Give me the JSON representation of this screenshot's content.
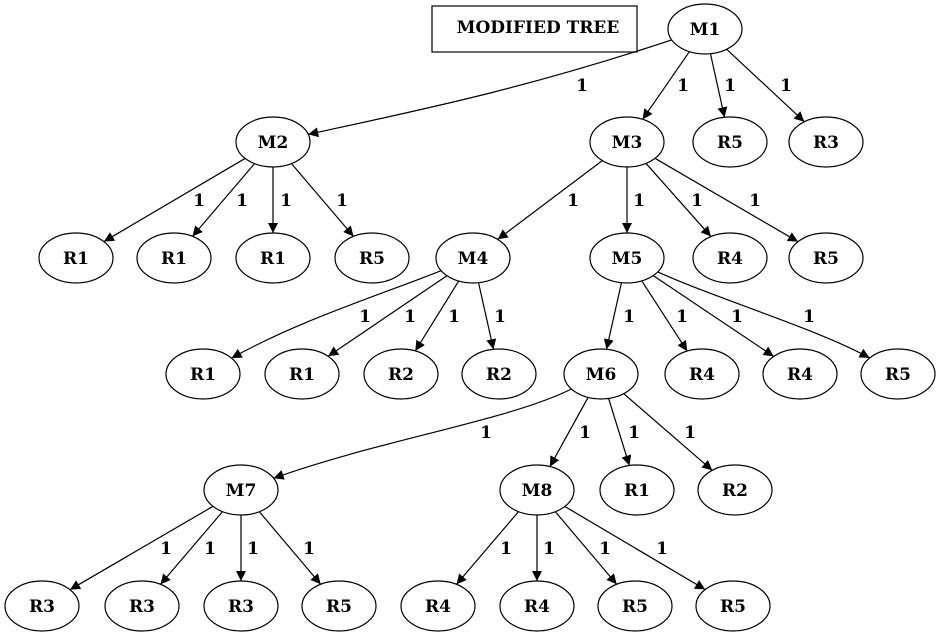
{
  "title": "MODIFIED TREE",
  "nodes": [
    {
      "id": "M1",
      "label": "M1"
    },
    {
      "id": "M2",
      "label": "M2"
    },
    {
      "id": "M3",
      "label": "M3"
    },
    {
      "id": "M1_R5",
      "label": "R5"
    },
    {
      "id": "M1_R3",
      "label": "R3"
    },
    {
      "id": "M2_R1a",
      "label": "R1"
    },
    {
      "id": "M2_R1b",
      "label": "R1"
    },
    {
      "id": "M2_R1c",
      "label": "R1"
    },
    {
      "id": "M2_R5",
      "label": "R5"
    },
    {
      "id": "M4",
      "label": "M4"
    },
    {
      "id": "M5",
      "label": "M5"
    },
    {
      "id": "M3_R4",
      "label": "R4"
    },
    {
      "id": "M3_R5",
      "label": "R5"
    },
    {
      "id": "M4_R1a",
      "label": "R1"
    },
    {
      "id": "M4_R1b",
      "label": "R1"
    },
    {
      "id": "M4_R2a",
      "label": "R2"
    },
    {
      "id": "M4_R2b",
      "label": "R2"
    },
    {
      "id": "M6",
      "label": "M6"
    },
    {
      "id": "M5_R4a",
      "label": "R4"
    },
    {
      "id": "M5_R4b",
      "label": "R4"
    },
    {
      "id": "M5_R5",
      "label": "R5"
    },
    {
      "id": "M7",
      "label": "M7"
    },
    {
      "id": "M8",
      "label": "M8"
    },
    {
      "id": "M6_R1",
      "label": "R1"
    },
    {
      "id": "M6_R2",
      "label": "R2"
    },
    {
      "id": "M7_R3a",
      "label": "R3"
    },
    {
      "id": "M7_R3b",
      "label": "R3"
    },
    {
      "id": "M7_R3c",
      "label": "R3"
    },
    {
      "id": "M7_R5",
      "label": "R5"
    },
    {
      "id": "M8_R4a",
      "label": "R4"
    },
    {
      "id": "M8_R4b",
      "label": "R4"
    },
    {
      "id": "M8_R5a",
      "label": "R5"
    },
    {
      "id": "M8_R5b",
      "label": "R5"
    }
  ],
  "edges": [
    {
      "from": "M1",
      "to": "M2",
      "label": "1"
    },
    {
      "from": "M1",
      "to": "M3",
      "label": "1"
    },
    {
      "from": "M1",
      "to": "M1_R5",
      "label": "1"
    },
    {
      "from": "M1",
      "to": "M1_R3",
      "label": "1"
    },
    {
      "from": "M2",
      "to": "M2_R1a",
      "label": "1"
    },
    {
      "from": "M2",
      "to": "M2_R1b",
      "label": "1"
    },
    {
      "from": "M2",
      "to": "M2_R1c",
      "label": "1"
    },
    {
      "from": "M2",
      "to": "M2_R5",
      "label": "1"
    },
    {
      "from": "M3",
      "to": "M4",
      "label": "1"
    },
    {
      "from": "M3",
      "to": "M5",
      "label": "1"
    },
    {
      "from": "M3",
      "to": "M3_R4",
      "label": "1"
    },
    {
      "from": "M3",
      "to": "M3_R5",
      "label": "1"
    },
    {
      "from": "M4",
      "to": "M4_R1a",
      "label": "1"
    },
    {
      "from": "M4",
      "to": "M4_R1b",
      "label": "1"
    },
    {
      "from": "M4",
      "to": "M4_R2a",
      "label": "1"
    },
    {
      "from": "M4",
      "to": "M4_R2b",
      "label": "1"
    },
    {
      "from": "M5",
      "to": "M6",
      "label": "1"
    },
    {
      "from": "M5",
      "to": "M5_R4a",
      "label": "1"
    },
    {
      "from": "M5",
      "to": "M5_R4b",
      "label": "1"
    },
    {
      "from": "M5",
      "to": "M5_R5",
      "label": "1"
    },
    {
      "from": "M6",
      "to": "M7",
      "label": "1"
    },
    {
      "from": "M6",
      "to": "M8",
      "label": "1"
    },
    {
      "from": "M6",
      "to": "M6_R1",
      "label": "1"
    },
    {
      "from": "M6",
      "to": "M6_R2",
      "label": "1"
    },
    {
      "from": "M7",
      "to": "M7_R3a",
      "label": "1"
    },
    {
      "from": "M7",
      "to": "M7_R3b",
      "label": "1"
    },
    {
      "from": "M7",
      "to": "M7_R3c",
      "label": "1"
    },
    {
      "from": "M7",
      "to": "M7_R5",
      "label": "1"
    },
    {
      "from": "M8",
      "to": "M8_R4a",
      "label": "1"
    },
    {
      "from": "M8",
      "to": "M8_R4b",
      "label": "1"
    },
    {
      "from": "M8",
      "to": "M8_R5a",
      "label": "1"
    },
    {
      "from": "M8",
      "to": "M8_R5b",
      "label": "1"
    }
  ]
}
